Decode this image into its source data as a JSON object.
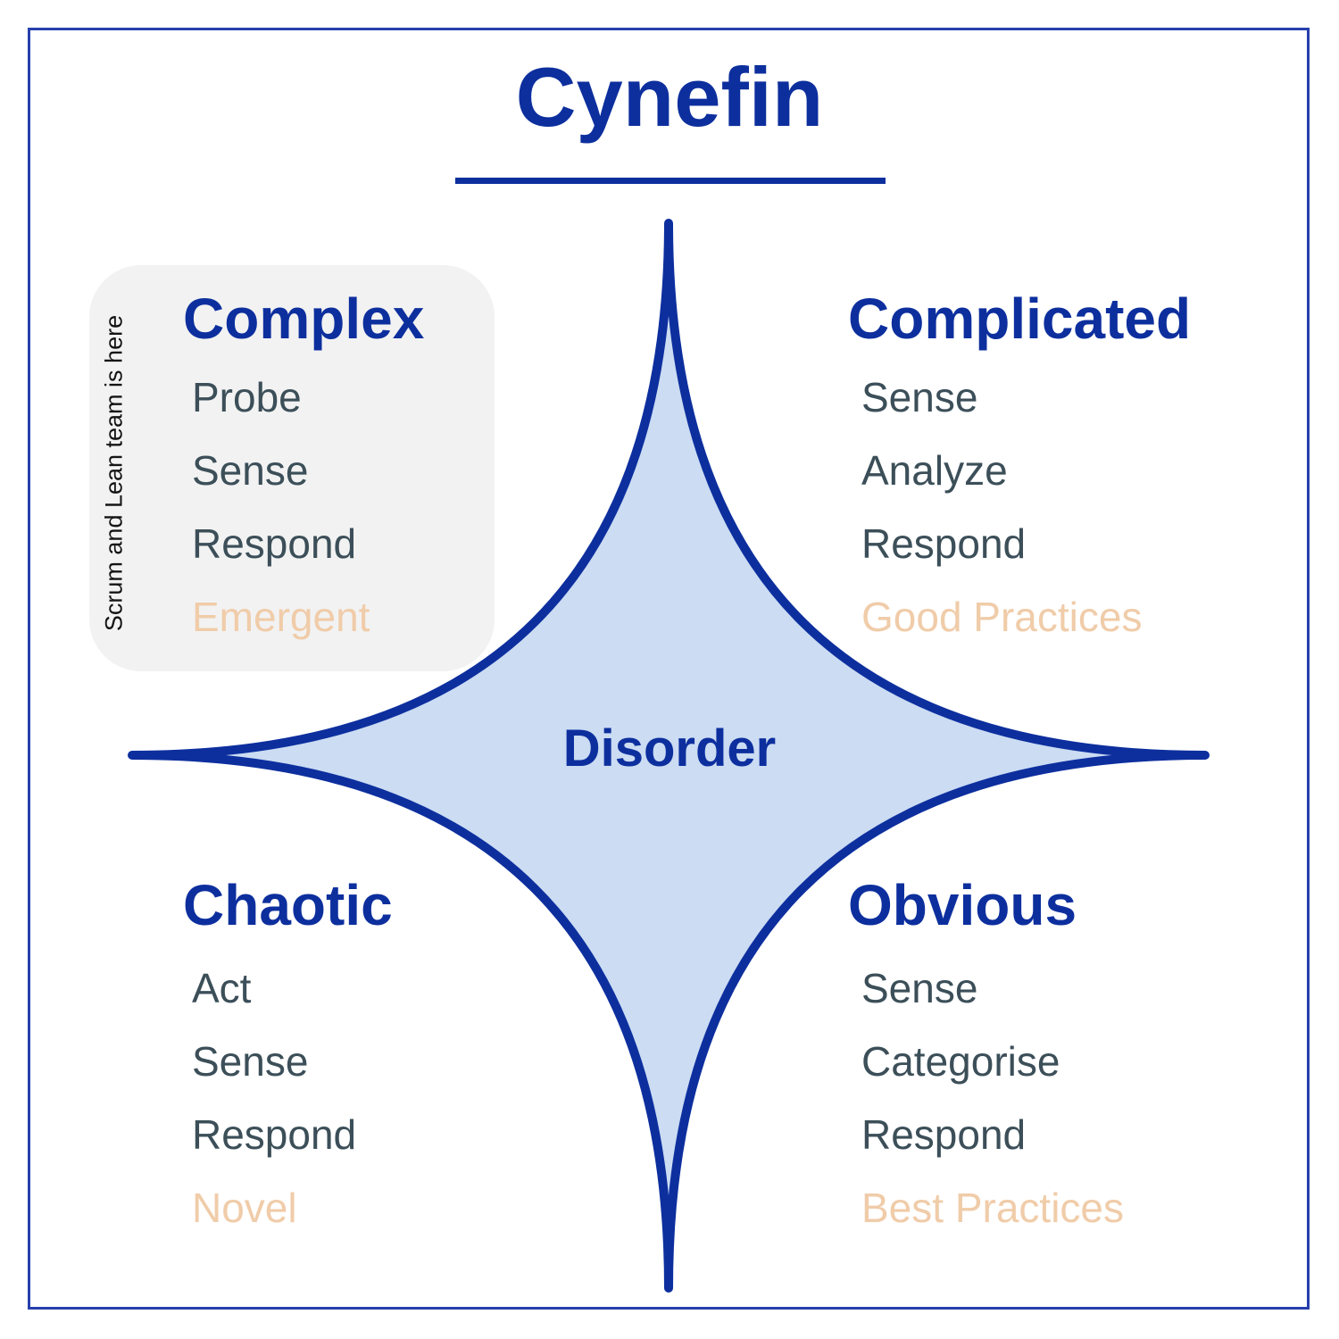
{
  "title": "Cynefin",
  "center_label": "Disorder",
  "side_note": "Scrum and Lean team is here",
  "quadrants": [
    {
      "id": "complex",
      "heading": "Complex",
      "items": [
        "Probe",
        "Sense",
        "Respond"
      ],
      "highlight": "Emergent"
    },
    {
      "id": "complicated",
      "heading": "Complicated",
      "items": [
        "Sense",
        "Analyze",
        "Respond"
      ],
      "highlight": "Good Practices"
    },
    {
      "id": "chaotic",
      "heading": "Chaotic",
      "items": [
        "Act",
        "Sense",
        "Respond"
      ],
      "highlight": "Novel"
    },
    {
      "id": "obvious",
      "heading": "Obvious",
      "items": [
        "Sense",
        "Categorise",
        "Respond"
      ],
      "highlight": "Best Practices"
    }
  ],
  "colors": {
    "navy": "#0d2f9e",
    "frame-blue": "#2740ad",
    "star-fill": "#cbdcf3",
    "slate": "#3c4f59",
    "peach": "#f0cca9",
    "box-gray": "#f2f2f2",
    "note-black": "#141414"
  }
}
